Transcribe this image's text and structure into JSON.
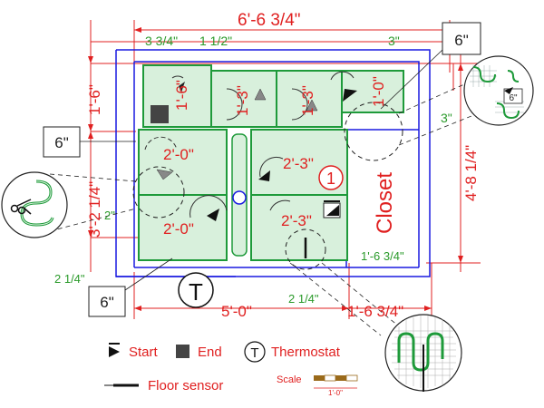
{
  "dimensions": {
    "overall_width": "6'-6 3/4\"",
    "left_offset": "3 3/4\"",
    "top_gap": "1 1/2\"",
    "right_top": "3\"",
    "right_mid": "3\"",
    "left_top": "1'-6\"",
    "left_bottom": "3'-2 1/4\"",
    "right_height": "4'-8 1/4\"",
    "left_small": "2\"",
    "bottom_left": "2 1/4\"",
    "bottom_mid": "2 1/4\"",
    "bottom_width": "5'-0\"",
    "bottom_closet": "1'-6 3/4\"",
    "closet_width": "1'-6 3/4\"",
    "callout_top_right": "6\"",
    "callout_left": "6\"",
    "callout_bottom": "6\"",
    "detail_inset": "6\""
  },
  "pads": {
    "p1": "1'-6\"",
    "p2": "1'-3\"",
    "p3": "1'-3\"",
    "p4": "1'-0\"",
    "p5": "2'-0\"",
    "p6": "2'-0\"",
    "p7": "2'-3\"",
    "p8": "2'-3\""
  },
  "labels": {
    "closet": "Closet",
    "zone_number": "1",
    "thermostat_symbol": "T"
  },
  "legend": {
    "start": "Start",
    "end": "End",
    "thermostat": "Thermostat",
    "thermostat_symbol": "T",
    "floor_sensor": "Floor sensor",
    "scale": "Scale",
    "scale_unit": "1'-0\""
  },
  "colors": {
    "dimension_red": "#e02020",
    "dimension_green": "#2a9a2a",
    "wall_blue": "#1a1ae0",
    "pad_fill": "#d8f0dc",
    "pad_stroke": "#1e9a3a",
    "scale_brown": "#9a6a1a"
  }
}
